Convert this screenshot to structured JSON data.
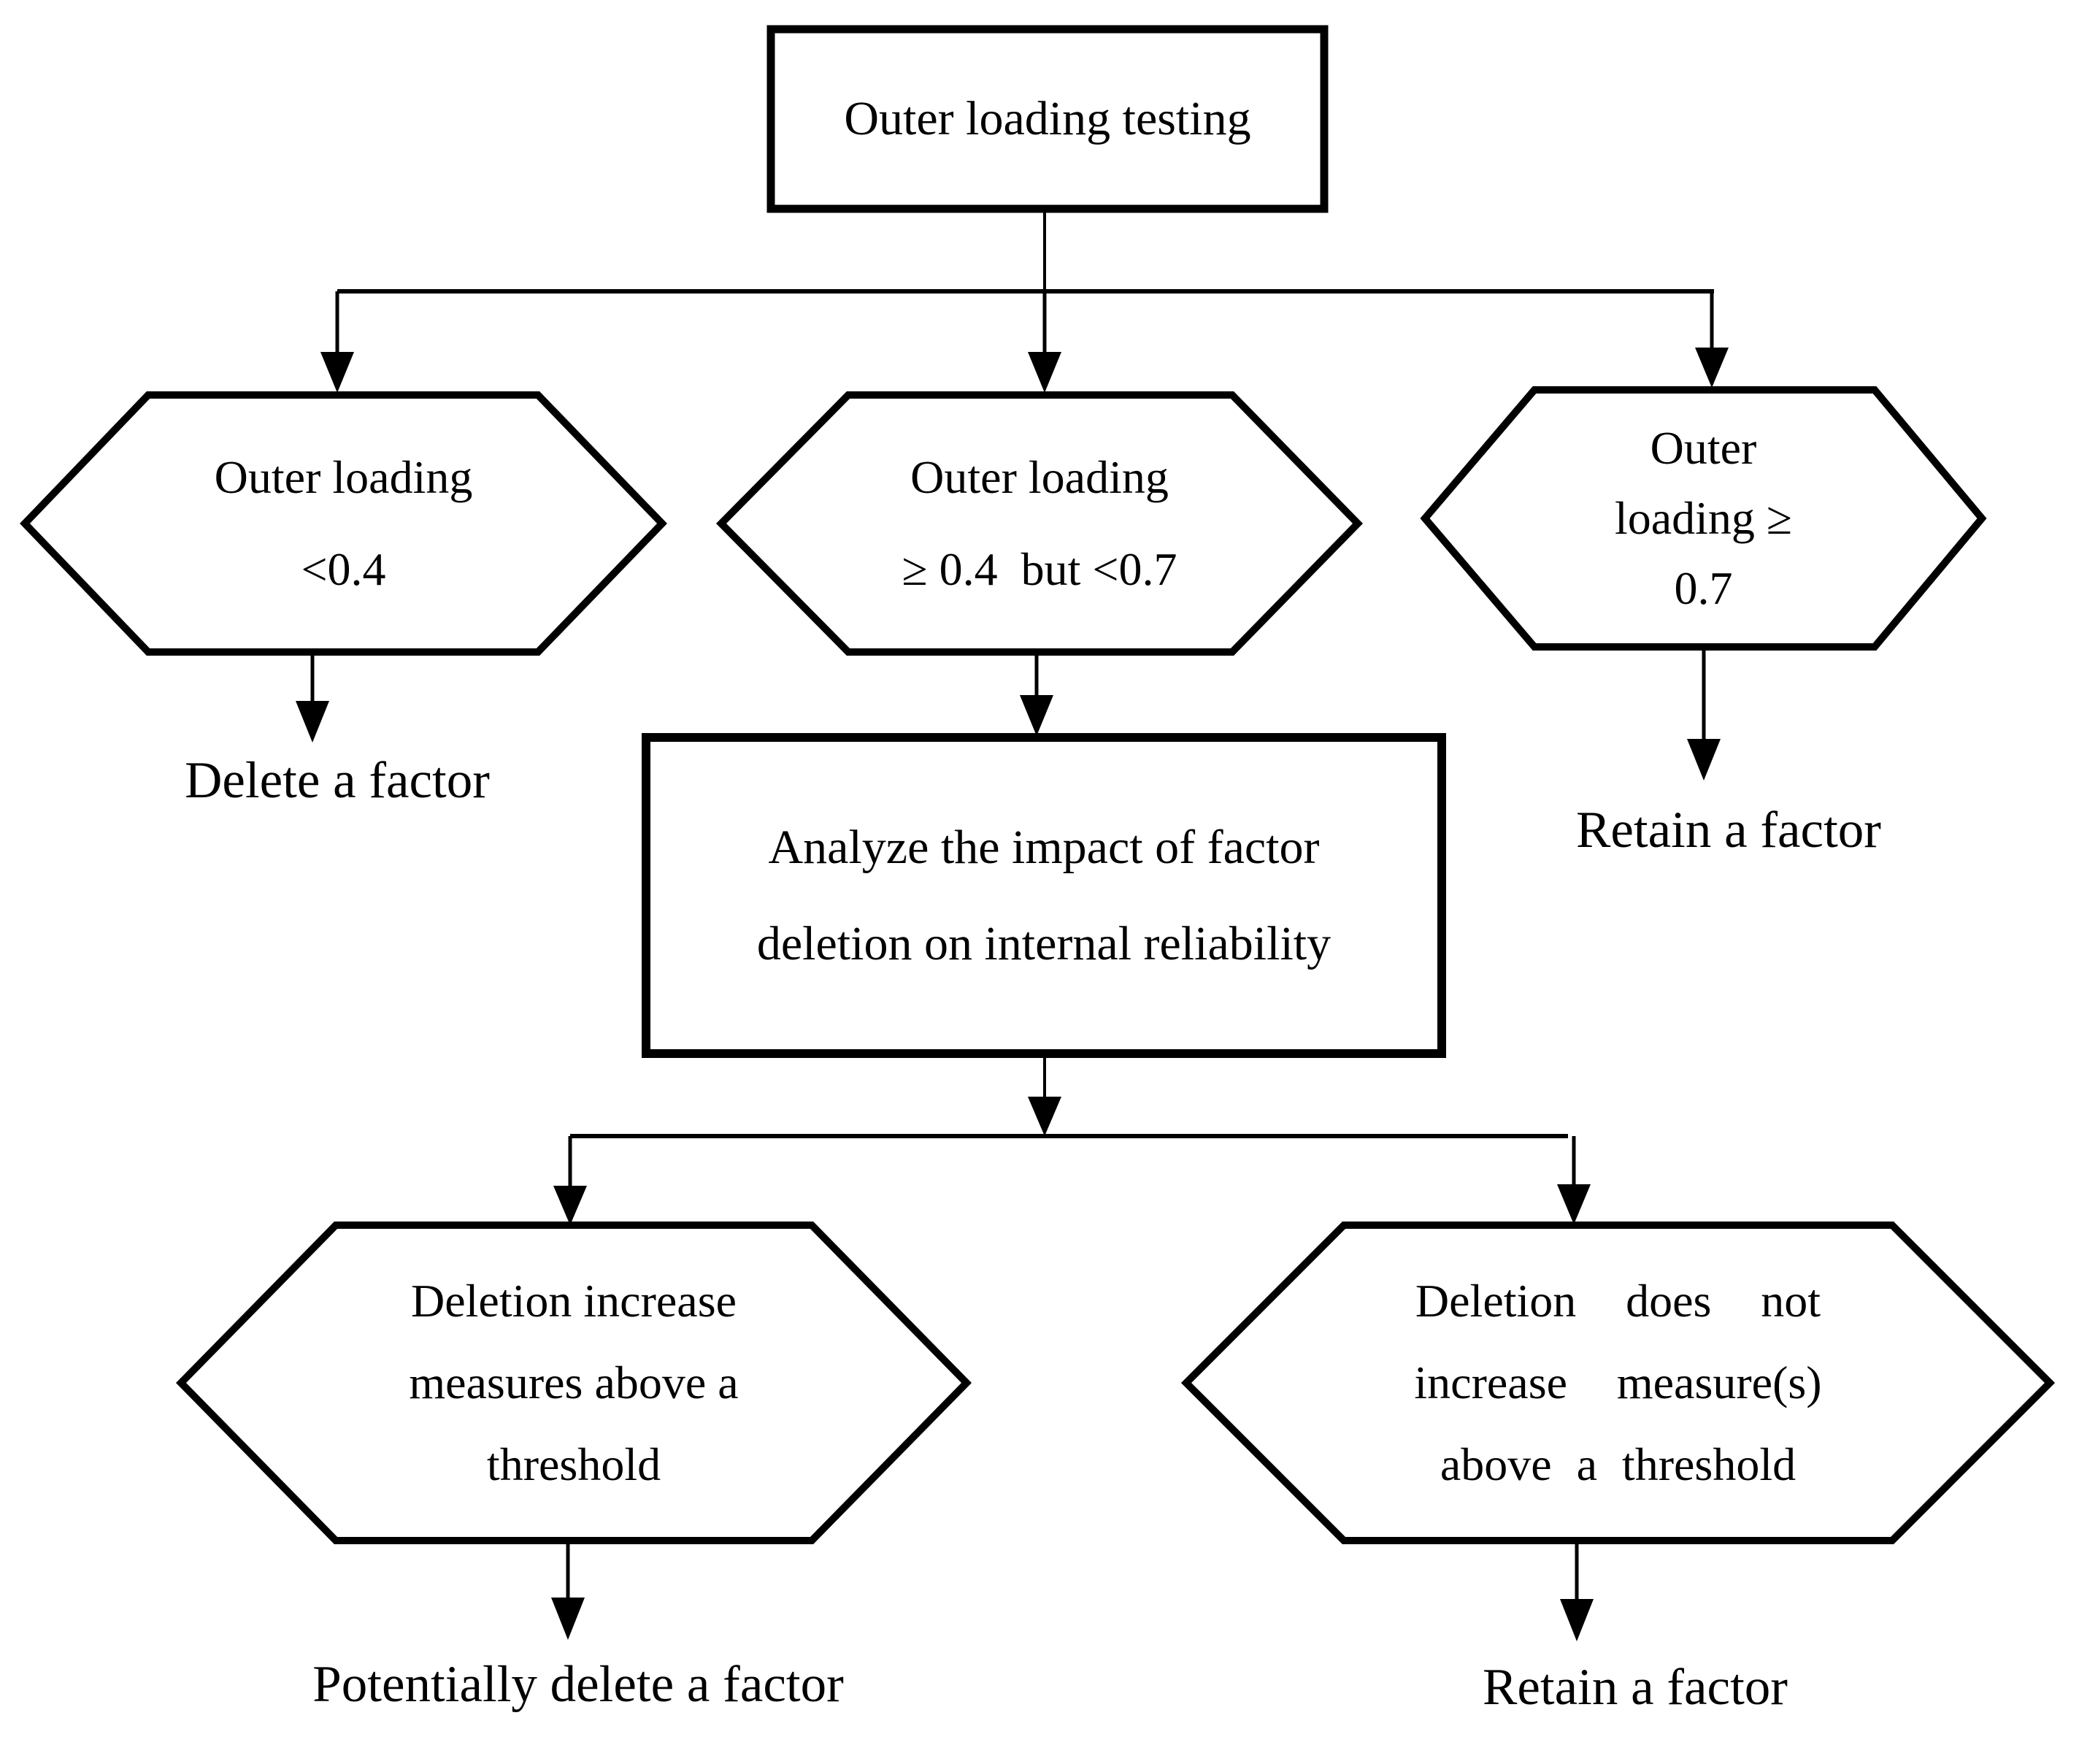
{
  "diagram": {
    "colors": {
      "stroke": "#000000",
      "fill": "#ffffff",
      "text": "#000000"
    },
    "nodes": {
      "start": {
        "label": "Outer loading testing"
      },
      "cond_low": {
        "lines": [
          "Outer loading",
          "<0.4"
        ]
      },
      "cond_mid": {
        "lines": [
          "Outer loading",
          "≥ 0.4  but <0.7"
        ]
      },
      "cond_high": {
        "lines": [
          "Outer",
          "loading ≥",
          "0.7"
        ]
      },
      "analyze": {
        "lines": [
          "Analyze the impact of factor",
          "deletion on internal reliability"
        ]
      },
      "cond_deletion_increase": {
        "lines": [
          "Deletion increase",
          "measures above a",
          "threshold"
        ]
      },
      "cond_deletion_not_increase": {
        "lines": [
          "Deletion  does  not",
          "increase  measure(s)",
          "above a threshold"
        ]
      },
      "outcome_delete": {
        "label": "Delete a factor"
      },
      "outcome_retain_high": {
        "label": "Retain a factor"
      },
      "outcome_potentially_delete": {
        "label": "Potentially delete a factor"
      },
      "outcome_retain_bottom": {
        "label": "Retain a factor"
      }
    }
  }
}
